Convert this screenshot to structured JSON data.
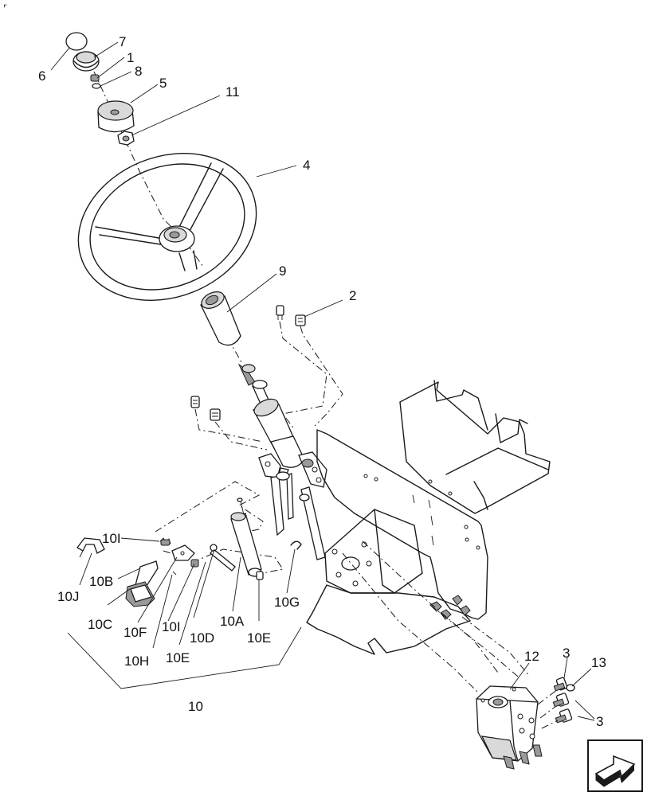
{
  "diagram": {
    "corner_mark": "⌜",
    "nav_icon": "next-page-arrow-icon",
    "callouts": {
      "c1": "1",
      "c2": "2",
      "c3a": "3",
      "c3b": "3",
      "c4": "4",
      "c5": "5",
      "c6": "6",
      "c7": "7",
      "c8": "8",
      "c9": "9",
      "c10": "10",
      "c10A": "10A",
      "c10B": "10B",
      "c10C": "10C",
      "c10D": "10D",
      "c10E1": "10E",
      "c10E2": "10E",
      "c10F": "10F",
      "c10G": "10G",
      "c10H": "10H",
      "c10I1": "10I",
      "c10I2": "10I",
      "c10J": "10J",
      "c11": "11",
      "c12": "12",
      "c13": "13"
    }
  }
}
